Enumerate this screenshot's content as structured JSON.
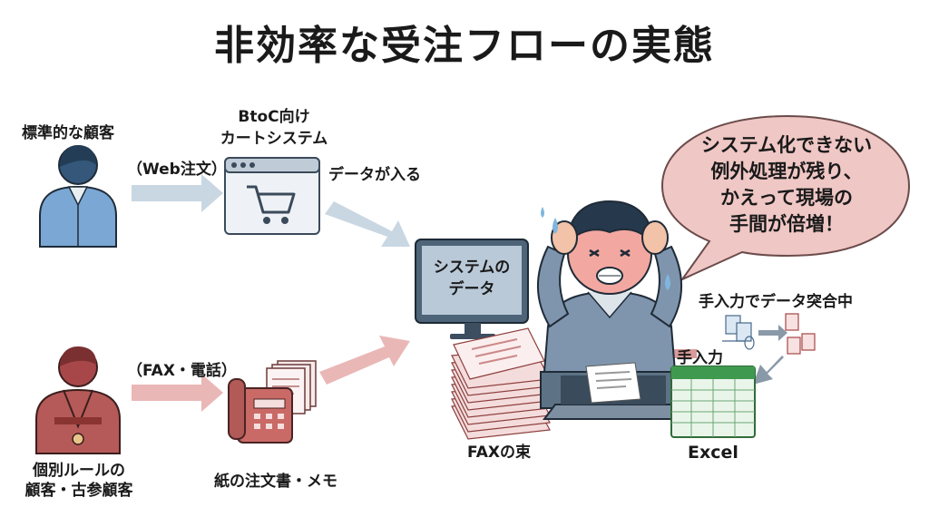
{
  "title": "非効率な受注フローの実態",
  "standard_customer": {
    "label": "標準的な顧客",
    "channel": "（Web注文）"
  },
  "cart_system": {
    "label_line1": "BtoC向け",
    "label_line2": "カートシステム"
  },
  "data_enters": "データが入る",
  "system_data": {
    "line1": "システムの",
    "line2": "データ"
  },
  "special_customer": {
    "label_line1": "個別ルールの",
    "label_line2": "顧客・古参顧客",
    "channel": "（FAX・電話）"
  },
  "paper_docs": "紙の注文書・メモ",
  "fax_stack": "FAXの束",
  "excel": "Excel",
  "manual_input": "手入力",
  "manual_reconcile": "手入力でデータ突合中",
  "speech_bubble": {
    "line1": "システム化できない",
    "line2": "例外処理が残り、",
    "line3": "かえって現場の",
    "line4": "手間が倍増！"
  },
  "colors": {
    "blue_arrow": "#c9d7e3",
    "red_arrow": "#eab7b7",
    "bubble": "#efc7c5",
    "person_blue": "#34577a",
    "person_red": "#a8474a",
    "excel_green": "#3f9a4f"
  },
  "icons": [
    "person-blue-icon",
    "person-red-icon",
    "cart-window-icon",
    "fax-machine-icon",
    "monitor-icon",
    "fax-stack-icon",
    "stressed-worker-icon",
    "laptop-icon",
    "excel-sheet-icon",
    "docs-compare-icon"
  ]
}
